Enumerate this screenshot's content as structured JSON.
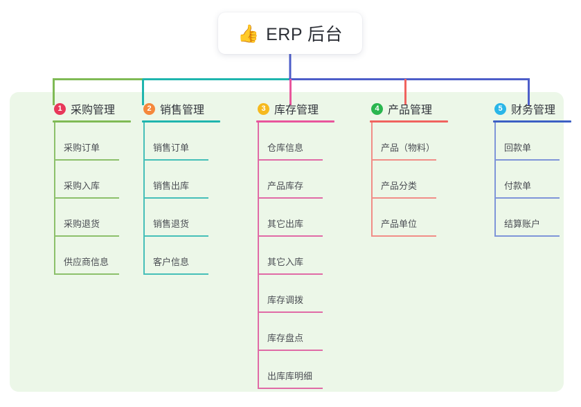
{
  "root": {
    "icon": "thumbs-up-icon",
    "emoji": "👍",
    "title": "ERP 后台"
  },
  "palette": {
    "panel_bg": "#ecf7e8",
    "card_bg": "#ffffff",
    "bus_green": "#7fba55",
    "bus_teal": "#1fb5ae",
    "bus_blue": "#4d5ec9",
    "drop_pink": "#e8559c",
    "drop_red": "#f0635f",
    "text_dark": "#32353c",
    "text_leaf": "#4a4d53"
  },
  "columns": [
    {
      "index": "1",
      "title": "采购管理",
      "badge_color": "#e8385a",
      "rule_color": "#7fba55",
      "line_color": "#8cc06a",
      "leaves": [
        "采购订单",
        "采购入库",
        "采购退货",
        "供应商信息"
      ]
    },
    {
      "index": "2",
      "title": "销售管理",
      "badge_color": "#f5883c",
      "rule_color": "#1fb5ae",
      "line_color": "#45bfb8",
      "leaves": [
        "销售订单",
        "销售出库",
        "销售退货",
        "客户信息"
      ]
    },
    {
      "index": "3",
      "title": "库存管理",
      "badge_color": "#f6b91e",
      "rule_color": "#e8559c",
      "line_color": "#e06aa6",
      "leaves": [
        "仓库信息",
        "产品库存",
        "其它出库",
        "其它入库",
        "库存调拨",
        "库存盘点",
        "出库库明细"
      ]
    },
    {
      "index": "4",
      "title": "产品管理",
      "badge_color": "#2ab64f",
      "rule_color": "#f0635f",
      "line_color": "#f18d87",
      "leaves": [
        "产品（物料）",
        "产品分类",
        "产品单位"
      ]
    },
    {
      "index": "5",
      "title": "财务管理",
      "badge_color": "#29b6e8",
      "rule_color": "#3c5fc4",
      "line_color": "#7e94d8",
      "leaves": [
        "回款单",
        "付款单",
        "结算账户"
      ]
    }
  ]
}
